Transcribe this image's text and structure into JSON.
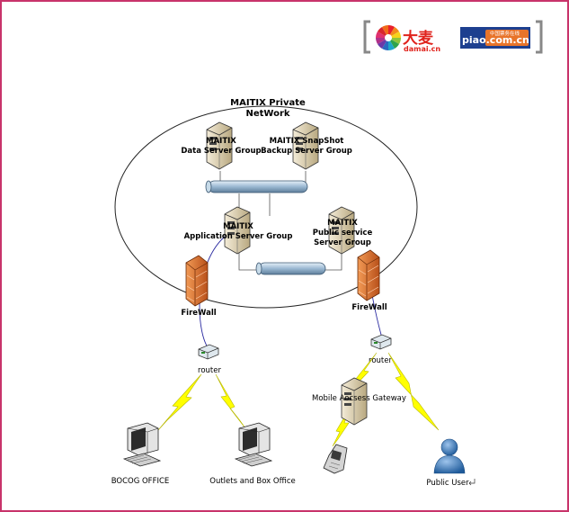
{
  "branding": {
    "damai_cn": "大麦",
    "damai_url": "damai.cn",
    "piao_text": "piao.com.cn",
    "piao_tagline": "中国票务在线"
  },
  "network": {
    "title_line1": "MAITIX Private",
    "title_line2": "NetWork"
  },
  "servers": {
    "data": {
      "line1": "MAITIX",
      "line2": "Data Server Group"
    },
    "backup": {
      "line1": "MAITIX SnapShot",
      "line2": "Backup Server Group"
    },
    "app": {
      "line1": "MAITIX",
      "line2": "Application Server Group"
    },
    "public": {
      "line1": "MAITIX",
      "line2": "Public service",
      "line3": "Server Group"
    }
  },
  "firewall_left": "FireWall",
  "firewall_right": "FireWall",
  "router_left": "router",
  "router_right": "router",
  "gateway": "Mobile Aocsess Gateway",
  "clients": {
    "bocog": "BOCOG OFFICE",
    "outlets": "Outlets and Box Office",
    "public_user": "Public User"
  },
  "colors": {
    "frame": "#c8336a",
    "lightning": "#ffff00",
    "firewall": "#e8762c",
    "bus": "#a8c4dc",
    "server": "#e8dcc0"
  }
}
